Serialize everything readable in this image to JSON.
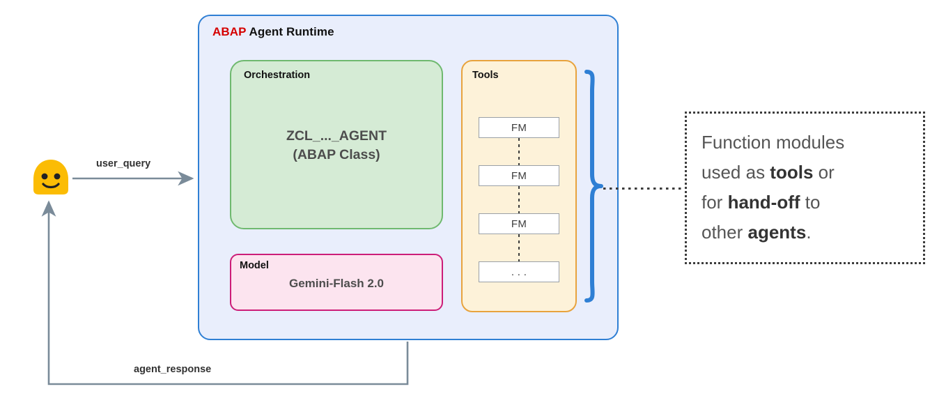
{
  "diagram": {
    "title_accent": "ABAP",
    "title_rest": " Agent Runtime"
  },
  "orchestration": {
    "label": "Orchestration",
    "class_name": "ZCL_..._AGENT",
    "class_kind": "(ABAP Class)"
  },
  "model": {
    "label": "Model",
    "value": "Gemini-Flash 2.0"
  },
  "tools": {
    "label": "Tools",
    "items": [
      {
        "label": "FM"
      },
      {
        "label": "FM"
      },
      {
        "label": "FM"
      },
      {
        "label": ". . ."
      }
    ]
  },
  "callout": {
    "line1_a": "Function modules",
    "line2_a": "used as ",
    "line2_b": "tools",
    "line2_c": " or",
    "line3_a": "for ",
    "line3_b": "hand-off",
    "line3_c": " to",
    "line4_a": "other ",
    "line4_b": "agents",
    "line4_c": "."
  },
  "flows": {
    "request_label": "user_query",
    "response_label": "agent_response"
  },
  "actor": {
    "name": "user"
  },
  "colors": {
    "runtime_border": "#2f7fd4",
    "runtime_fill": "#e9eefc",
    "accent_red": "#d50000",
    "orchestration_border": "#6fb96f",
    "orchestration_fill": "#d5ebd5",
    "model_border": "#cc1d78",
    "model_fill": "#fce4ef",
    "tools_border": "#e8a33d",
    "tools_fill": "#fdf2d9",
    "brace_blue": "#2f7fd4",
    "connector_gray": "#7a8b99",
    "avatar_yellow": "#fbbc04"
  }
}
